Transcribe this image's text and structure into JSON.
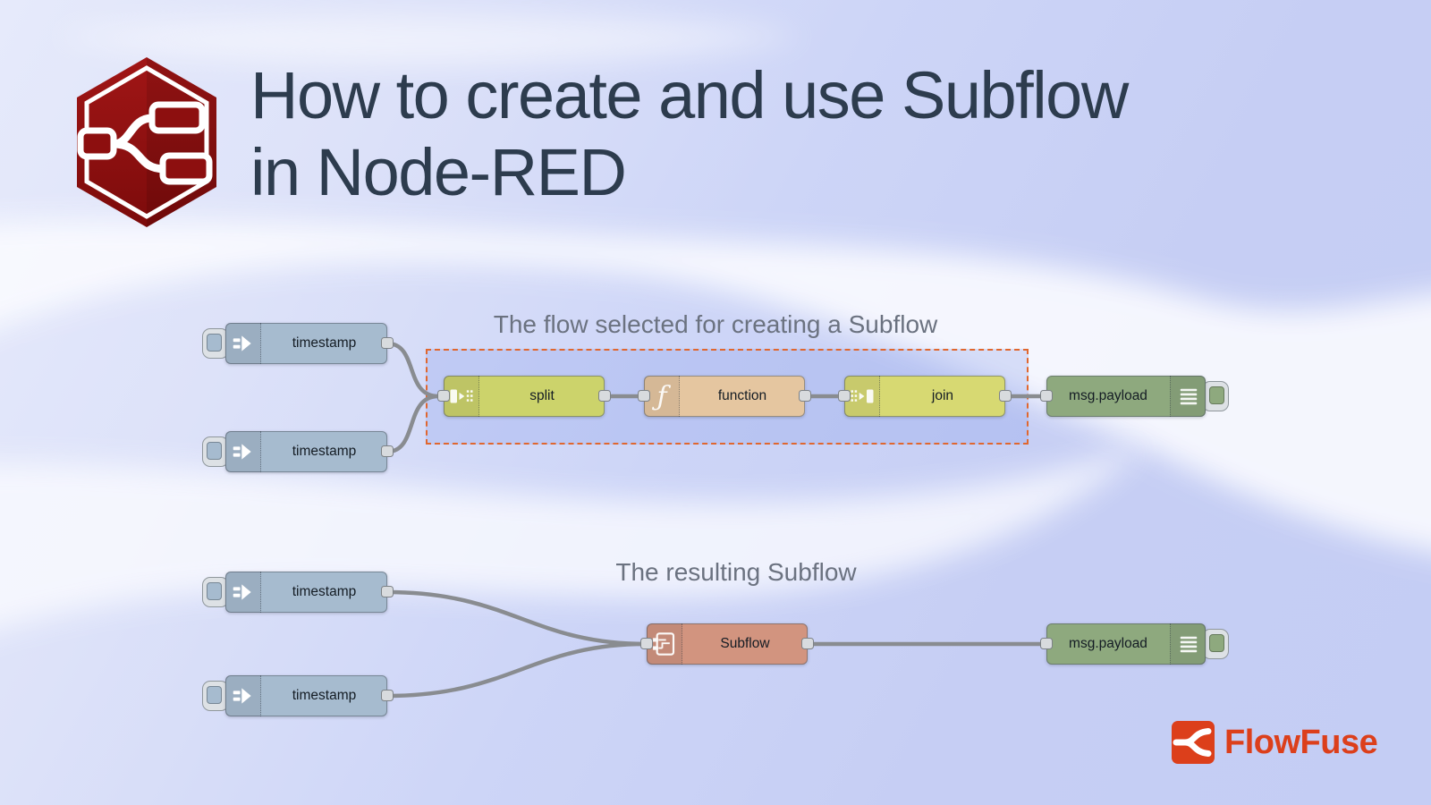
{
  "header": {
    "title_line1": "How to create and use Subflow",
    "title_line2": "in Node-RED"
  },
  "flow1": {
    "caption": "The flow selected for creating a Subflow",
    "nodes": {
      "inject1": {
        "label": "timestamp"
      },
      "inject2": {
        "label": "timestamp"
      },
      "split": {
        "label": "split"
      },
      "function": {
        "label": "function"
      },
      "join": {
        "label": "join"
      },
      "debug": {
        "label": "msg.payload"
      }
    }
  },
  "flow2": {
    "caption": "The resulting Subflow",
    "nodes": {
      "inject1": {
        "label": "timestamp"
      },
      "inject2": {
        "label": "timestamp"
      },
      "subflow": {
        "label": "Subflow"
      },
      "debug": {
        "label": "msg.payload"
      }
    }
  },
  "branding": {
    "flowfuse_label": "FlowFuse"
  },
  "colors": {
    "background": "#c9d1f5",
    "selection_dash": "#e0672f",
    "node_inject": "#a6bbcf",
    "node_split": "#ccd36b",
    "node_join": "#d7d972",
    "node_function": "#e5c6a0",
    "node_debug": "#8ea97e",
    "node_subflow": "#d2947f",
    "wire": "#898c90",
    "nodered_red": "#8f1212",
    "flowfuse_orange": "#dc3f1b",
    "title_text": "#2d3c4e",
    "caption_text": "#6b7280"
  }
}
